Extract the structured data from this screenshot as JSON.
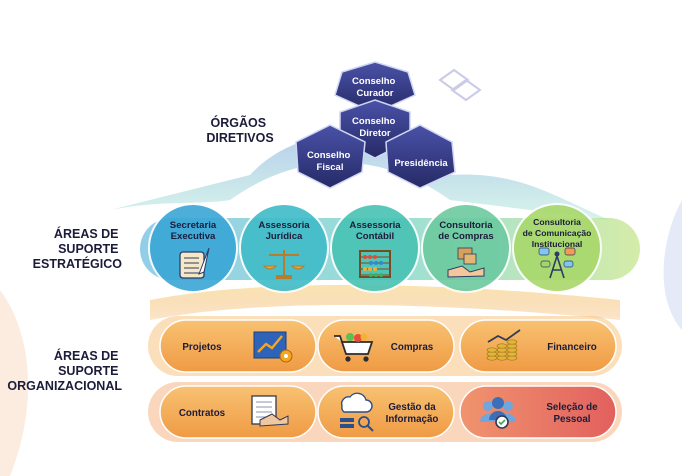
{
  "sections": {
    "orgaos_diretivos": [
      "ÓRGÃOS",
      "DIRETIVOS"
    ],
    "suporte_estrategico": [
      "ÁREAS DE",
      "SUPORTE",
      "ESTRATÉGICO"
    ],
    "suporte_organizacional": [
      "ÁREAS DE",
      "SUPORTE",
      "ORGANIZACIONAL"
    ]
  },
  "diretivos": {
    "conselho_curador": [
      "Conselho",
      "Curador"
    ],
    "conselho_diretor": [
      "Conselho",
      "Diretor"
    ],
    "conselho_fiscal": [
      "Conselho",
      "Fiscal"
    ],
    "presidencia": [
      "Presidência"
    ]
  },
  "estrategico": [
    {
      "lines": [
        "Secretaria",
        "Executiva"
      ],
      "icon": "scroll-quill-icon",
      "color": "#3aa6d6"
    },
    {
      "lines": [
        "Assessoria",
        "Jurídica"
      ],
      "icon": "scales-icon",
      "color": "#3fbcc8"
    },
    {
      "lines": [
        "Assessoria",
        "Contábil"
      ],
      "icon": "abacus-icon",
      "color": "#48c3b4"
    },
    {
      "lines": [
        "Consultoria",
        "de Compras"
      ],
      "icon": "handshake-boxes-icon",
      "color": "#6ccaa0"
    },
    {
      "lines": [
        "Consultoria",
        "de Comunicação",
        "Institucional"
      ],
      "icon": "antenna-icon",
      "color": "#a8d86a"
    }
  ],
  "organizacional": [
    {
      "label": [
        "Projetos"
      ],
      "icon": "blueprint-chart-icon"
    },
    {
      "label": [
        "Compras"
      ],
      "icon": "shopping-cart-icon"
    },
    {
      "label": [
        "Financeiro"
      ],
      "icon": "coins-chart-icon"
    },
    {
      "label": [
        "Contratos"
      ],
      "icon": "contract-handshake-icon"
    },
    {
      "label": [
        "Gestão da",
        "Informação"
      ],
      "icon": "cloud-data-icon"
    },
    {
      "label": [
        "Seleção de",
        "Pessoal"
      ],
      "icon": "people-search-icon"
    }
  ],
  "colors": {
    "dark_navy": "#2c2f6e",
    "hex_blue": "#3a4192",
    "orange": "#f3a64e",
    "orange_light": "#f9c77e",
    "red_oval": "#e87a6a",
    "text_dark": "#1b1b3a"
  }
}
